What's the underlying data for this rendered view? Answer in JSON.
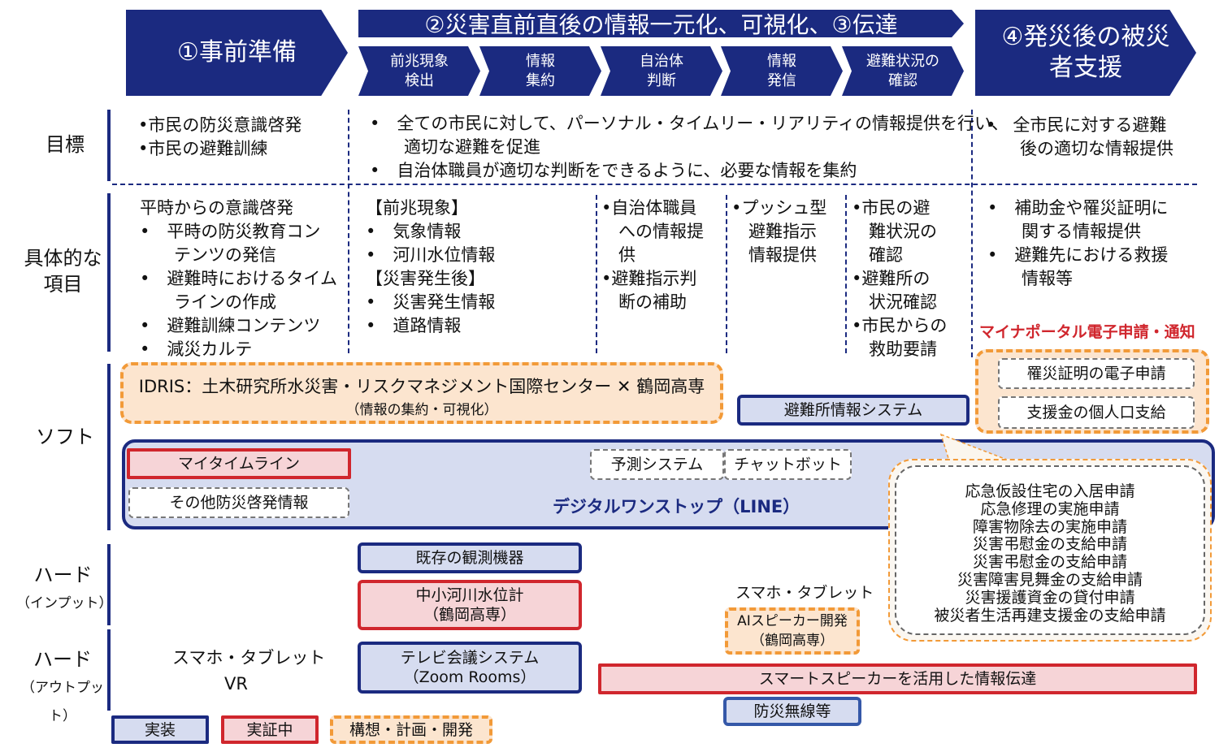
{
  "headers": {
    "h1": "①事前準備",
    "h2": "②災害直前直後の情報一元化、可視化、③伝達",
    "h4": [
      "④発災後の被災",
      "者支援"
    ],
    "sub": [
      [
        "前兆現象",
        "検出"
      ],
      [
        "情報",
        "集約"
      ],
      [
        "自治体",
        "判断"
      ],
      [
        "情報",
        "発信"
      ],
      [
        "避難状況の",
        "確認"
      ]
    ]
  },
  "rows": {
    "goal": "目標",
    "items": [
      "具体的な",
      "項目"
    ],
    "soft": "ソフト",
    "hard_in": [
      "ハード",
      "（インプット）"
    ],
    "hard_out": [
      "ハード",
      "（アウトプット）"
    ]
  },
  "goals": {
    "c1": [
      "•市民の防災意識啓発",
      "•市民の避難訓練"
    ],
    "c2": [
      "•　全ての市民に対して、パーソナル・タイムリー・リアリティの情報提供を行い、",
      "　　適切な避難を促進",
      "•　自治体職員が適切な判断をできるように、必要な情報を集約"
    ],
    "c3": [
      "•　全市民に対する避難",
      "　　後の適切な情報提供"
    ]
  },
  "items": {
    "c1": [
      "平時からの意識啓発",
      "•　平時の防災教育コン",
      "　　テンツの発信",
      "•　避難時におけるタイム",
      "　　ラインの作成",
      "•　避難訓練コンテンツ",
      "•　減災カルテ"
    ],
    "c2": [
      "【前兆現象】",
      "•　気象情報",
      "•　河川水位情報",
      "【災害発生後】",
      "•　災害発生情報",
      "•　道路情報"
    ],
    "c3": [
      "•自治体職員",
      "　への情報提",
      "　供",
      "•避難指示判",
      "　断の補助"
    ],
    "c4": [
      "•プッシュ型",
      "　避難指示",
      "　情報提供"
    ],
    "c5": [
      "•市民の避",
      "　難状況の",
      "　確認",
      "•避難所の",
      "　状況確認",
      "•市民からの",
      "　救助要請"
    ],
    "c6": [
      "•　補助金や罹災証明に",
      "　　関する情報提供",
      "•　避難先における救援",
      "　　情報等"
    ]
  },
  "soft": {
    "idris": "IDRIS：土木研究所水災害・リスクマネジメント国際センター ✕ 鶴岡高専",
    "idris_sub": "（情報の集約・可視化）",
    "shelter": "避難所情報システム",
    "mynaportal": "マイナポータル電子申請・通知",
    "cert": "罹災証明の電子申請",
    "payment": "支援金の個人口支給",
    "mytimeline": "マイタイムライン",
    "other": "その他防災啓発情報",
    "predict": "予測システム",
    "chatbot": "チャットボット",
    "line": "デジタルワンストップ（LINE）",
    "applications": [
      "応急仮設住宅の入居申請",
      "応急修理の実施申請",
      "障害物除去の実施申請",
      "災害弔慰金の支給申請",
      "災害弔慰金の支給申請",
      "災害障害見舞金の支給申請",
      "災害援護資金の貸付申請",
      "被災者生活再建支援金の支給申請"
    ]
  },
  "hard": {
    "sensors": "既存の観測機器",
    "water": [
      "中小河川水位計",
      "（鶴岡高専）"
    ],
    "phone_tab": "スマホ・タブレット",
    "ai": [
      "AIスピーカー開発",
      "（鶴岡高専）"
    ],
    "out_phone": "スマホ・タブレット",
    "vr": "VR",
    "tv": [
      "テレビ会議システム",
      "（Zoom Rooms）"
    ],
    "speaker": "スマートスピーカーを活用した情報伝達",
    "radio": "防災無線等"
  },
  "legend": {
    "impl": "実装",
    "test": "実証中",
    "plan": "構想・計画・開発"
  },
  "colors": {
    "navy": "#1b2a80",
    "red": "#d0262d",
    "orange": "#f29a38"
  }
}
